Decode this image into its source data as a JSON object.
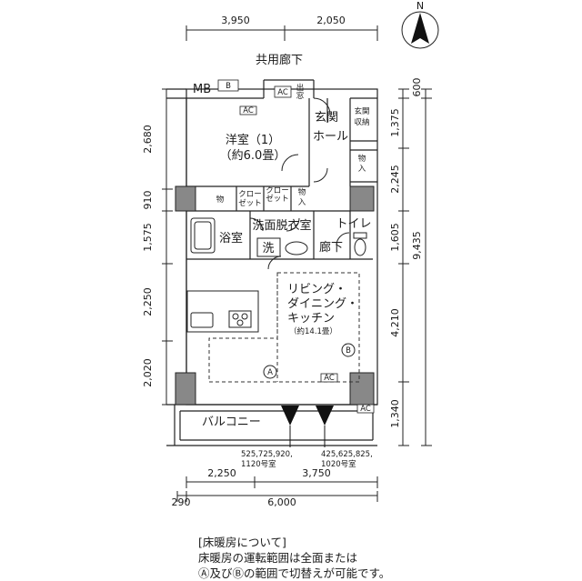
{
  "dimensions": {
    "top": [
      "3,950",
      "2,050"
    ],
    "left": [
      "2,680",
      "910",
      "1,575",
      "2,250",
      "2,020"
    ],
    "right_inner": [
      "1,375",
      "2,245",
      "1,605",
      "4,210",
      "1,340"
    ],
    "right_outer": [
      "600",
      "9,435"
    ],
    "bottom_row1": [
      "2,250",
      "3,750"
    ],
    "bottom_row2": [
      "290",
      "6,000"
    ]
  },
  "labels": {
    "corridor": "共用廊下",
    "mb": "MB",
    "b": "B",
    "ac": "AC",
    "exit": "出",
    "window": "窓",
    "genkan": "玄関",
    "genkan_storage_1": "玄関",
    "genkan_storage_2": "収納",
    "hall": "ホール",
    "storage": "物",
    "storage_2": "入",
    "western_room_1": "洋室（1）",
    "western_room_2": "（約6.0畳）",
    "closet_1": "クロー",
    "closet_2": "ゼット",
    "bath": "浴室",
    "washroom": "洗面脱衣室",
    "wash": "洗",
    "toilet": "トイレ",
    "rouka": "廊下",
    "ldk_1": "リビング・",
    "ldk_2": "ダイニング・",
    "ldk_3": "キッチン",
    "ldk_4": "（約14.1畳）",
    "zone_a": "A",
    "zone_b": "B",
    "balcony": "バルコニー",
    "units_left_1": "525,725,920,",
    "units_left_2": "1120号室",
    "units_right_1": "425,625,825,",
    "units_right_2": "1020号室",
    "north": "N"
  },
  "note": {
    "heading": "[床暖房について]",
    "line1": "床暖房の運転範囲は全面または",
    "line2_a": "Ⓐ及び",
    "line2_b": "Ⓑの範囲で切替えが可能です。"
  }
}
